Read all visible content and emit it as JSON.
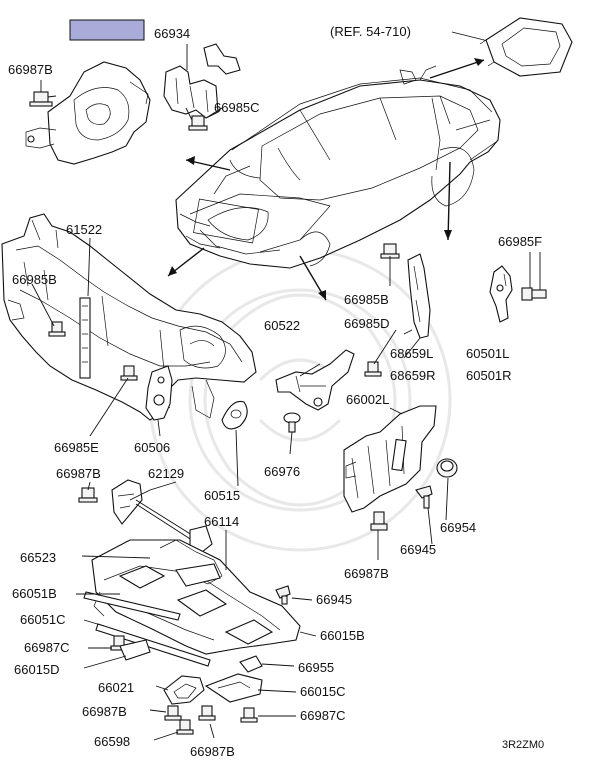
{
  "diagram": {
    "ref_label": "(REF. 54-710)",
    "highlight_color": "#a9acd8",
    "footer_code": "3R2ZM0",
    "labels": {
      "p66934": "66934",
      "p66987B_top": "66987B",
      "p66985C": "66985C",
      "p61522": "61522",
      "p66985B_left": "66985B",
      "p66985E": "66985E",
      "p60506": "60506",
      "p66985F": "66985F",
      "p66985B_right": "66985B",
      "p60522": "60522",
      "p66985D": "66985D",
      "p68659L": "68659L",
      "p68659R": "68659R",
      "p60501L": "60501L",
      "p60501R": "60501R",
      "p66002L": "66002L",
      "p66976": "66976",
      "p60515": "60515",
      "p66987B_mid": "66987B",
      "p62129": "62129",
      "p66114": "66114",
      "p66954": "66954",
      "p66945_right": "66945",
      "p66523": "66523",
      "p66987B_r2": "66987B",
      "p66051B": "66051B",
      "p66945_mid": "66945",
      "p66051C": "66051C",
      "p66015B": "66015B",
      "p66987C_left": "66987C",
      "p66015D": "66015D",
      "p66955": "66955",
      "p66021": "66021",
      "p66015C": "66015C",
      "p66987B_bl": "66987B",
      "p66987C_br": "66987C",
      "p66598": "66598",
      "p66987B_bot": "66987B"
    }
  }
}
